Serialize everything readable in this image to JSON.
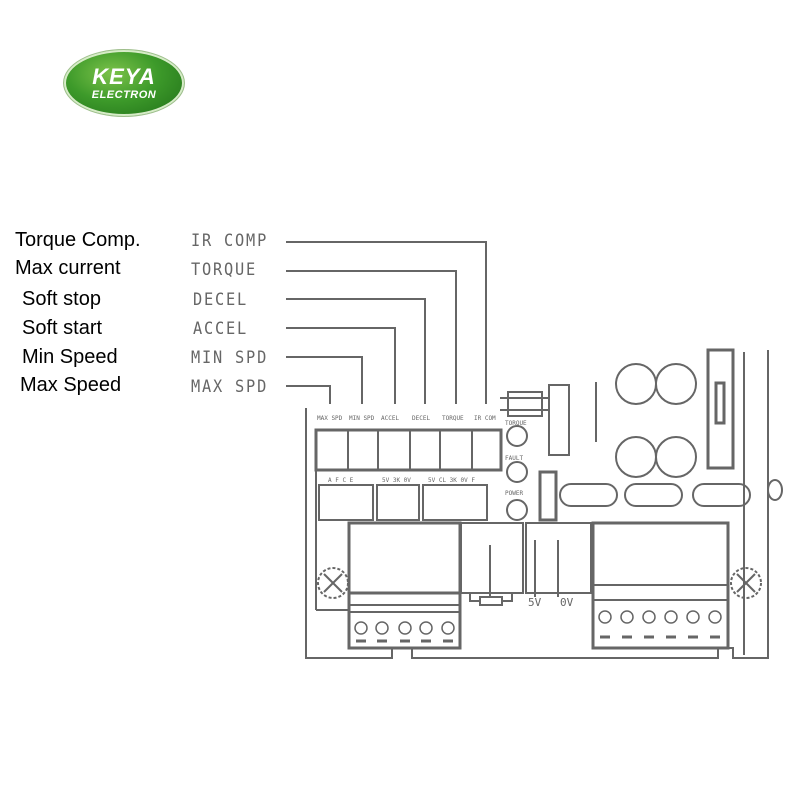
{
  "logo": {
    "line1": "KEYA",
    "line2": "ELECTRON",
    "color": "#3d9a2a"
  },
  "labels": [
    {
      "description": "Torque Comp.",
      "code": "IR COMP"
    },
    {
      "description": "Max current",
      "code": "TORQUE"
    },
    {
      "description": "Soft stop",
      "code": "DECEL"
    },
    {
      "description": "Soft start",
      "code": "ACCEL"
    },
    {
      "description": "Min Speed",
      "code": "MIN SPD"
    },
    {
      "description": "Max Speed",
      "code": "MAX SPD"
    }
  ],
  "board": {
    "pot_labels": [
      "MAX SPD",
      "MIN SPD",
      "ACCEL",
      "DECEL",
      "TORQUE",
      "IR COM"
    ],
    "connector_labels": [
      "A  F  C  E",
      "5V 3K 0V",
      "5V CL 3K 0V F"
    ],
    "led_labels": [
      "TORQUE",
      "FAULT",
      "POWER"
    ],
    "pot_terminal_labels": {
      "plus": "5V",
      "minus": "0V"
    },
    "stroke_color": "#666666"
  }
}
